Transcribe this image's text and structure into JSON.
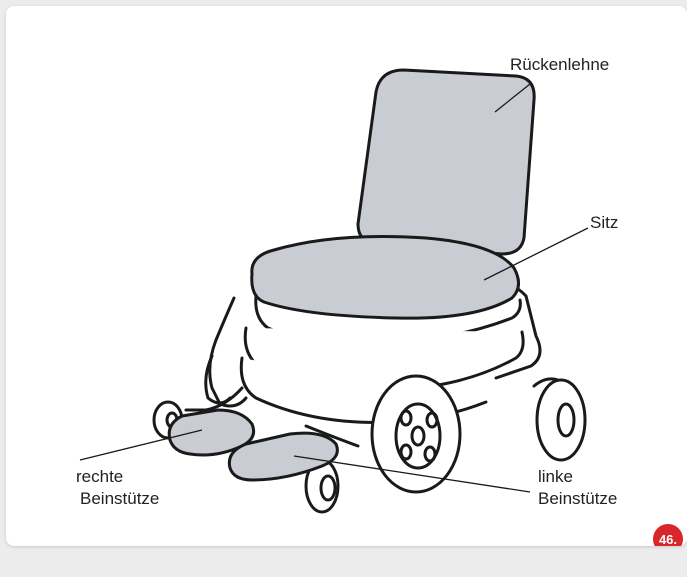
{
  "labels": {
    "backrest": "Rückenlehne",
    "seat": "Sitz",
    "right_legrest_line1": "rechte",
    "right_legrest_line2": "Beinstütze",
    "left_legrest_line1": "linke",
    "left_legrest_line2": "Beinstütze"
  },
  "badge": "46.",
  "colors": {
    "panel_fill": "#c9ccd3",
    "stroke": "#1a1a1a",
    "badge": "#d9262b"
  }
}
